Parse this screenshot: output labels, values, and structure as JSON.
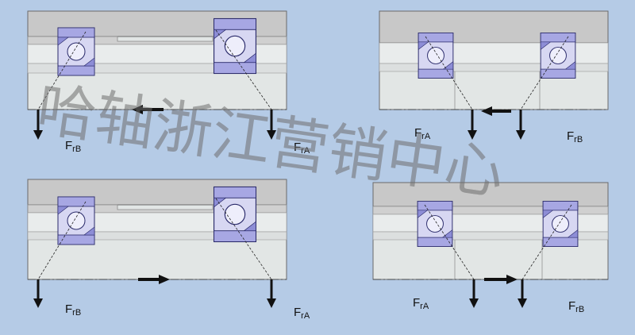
{
  "colors": {
    "background": "#b5cbe6",
    "housing": "#c8c8c8",
    "housing_edge": "#9a9a9a",
    "shaft": "#e4e7e6",
    "shaft_lower": "#eef2f2",
    "bearing_ring": "#a7a7e3",
    "bearing_ring_dark": "#6f6fc0",
    "ball": "#e8e8fa",
    "arrow": "#1a1a1a",
    "watermark": "#6e6e6e"
  },
  "icons": {
    "force_arrow": "down-arrow-icon",
    "axial_arrow": "left-right-arrow-icon",
    "bearing": "angular-contact-bearing-icon"
  },
  "diagrams": [
    {
      "id": "top-left",
      "labels": [
        {
          "main": "F",
          "sub": "rB"
        },
        {
          "main": "F",
          "sub": "rA"
        }
      ],
      "axial_direction": "left"
    },
    {
      "id": "top-right",
      "labels": [
        {
          "main": "F",
          "sub": "rA"
        },
        {
          "main": "F",
          "sub": "rB"
        }
      ],
      "axial_direction": "left"
    },
    {
      "id": "bottom-left",
      "labels": [
        {
          "main": "F",
          "sub": "rB"
        },
        {
          "main": "F",
          "sub": "rA"
        }
      ],
      "axial_direction": "right"
    },
    {
      "id": "bottom-right",
      "labels": [
        {
          "main": "F",
          "sub": "rA"
        },
        {
          "main": "F",
          "sub": "rB"
        }
      ],
      "axial_direction": "right"
    }
  ],
  "watermark": "哈轴浙江营销中心"
}
